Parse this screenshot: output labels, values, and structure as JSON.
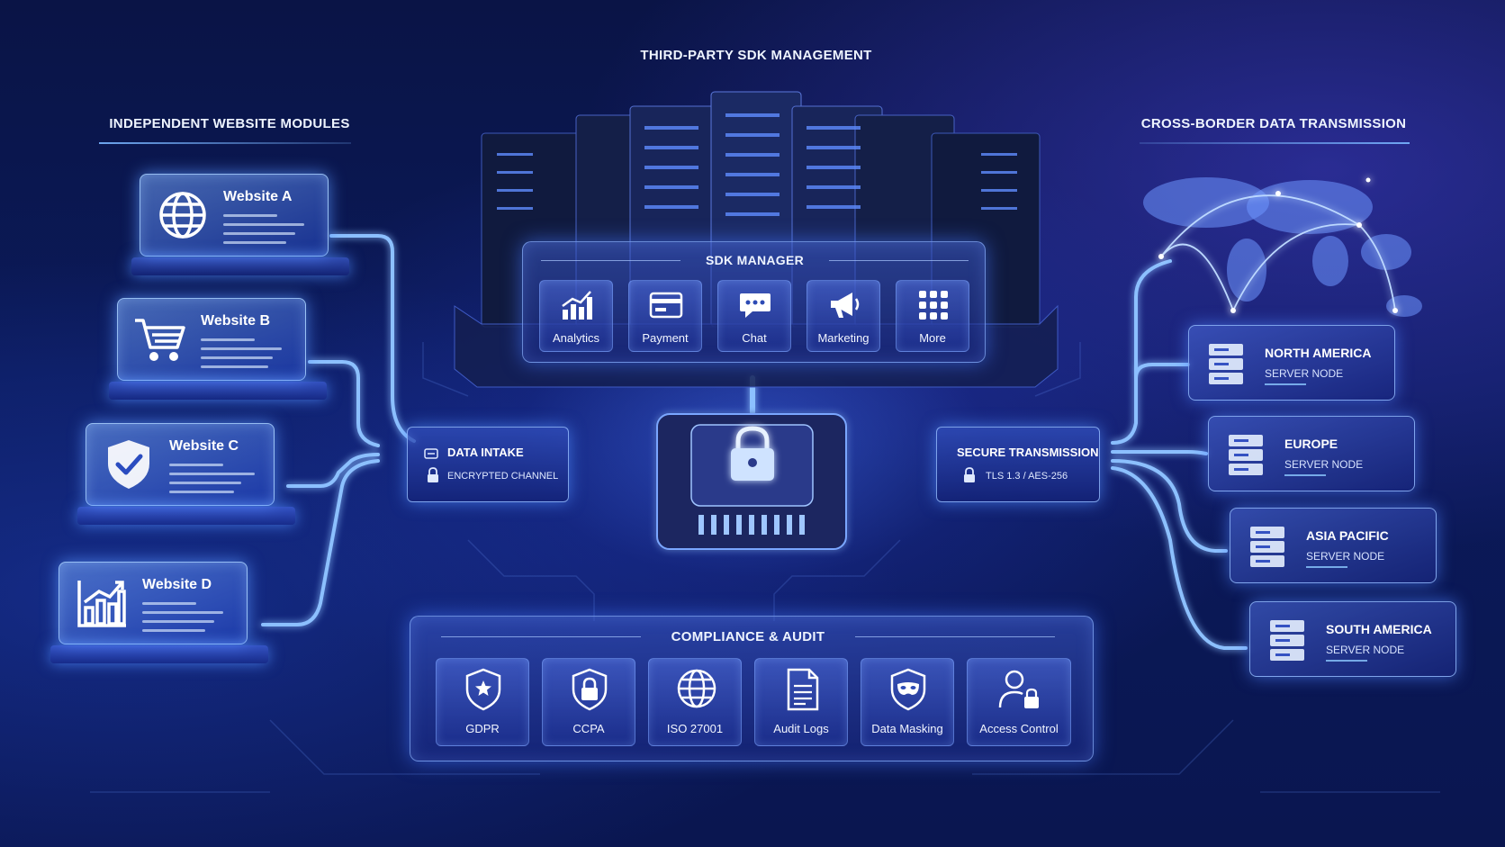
{
  "titles": {
    "sdk_management": "THIRD-PARTY SDK MANAGEMENT",
    "website_modules": "INDEPENDENT WEBSITE MODULES",
    "cross_border": "CROSS-BORDER DATA TRANSMISSION"
  },
  "websites": [
    {
      "name": "Website A",
      "icon": "globe-icon"
    },
    {
      "name": "Website B",
      "icon": "shopping-cart-icon"
    },
    {
      "name": "Website C",
      "icon": "shield-check-icon"
    },
    {
      "name": "Website D",
      "icon": "bar-chart-icon"
    }
  ],
  "sdk_manager": {
    "title": "SDK MANAGER",
    "items": [
      {
        "label": "Analytics",
        "icon": "analytics-icon"
      },
      {
        "label": "Payment",
        "icon": "credit-card-icon"
      },
      {
        "label": "Chat",
        "icon": "chat-icon"
      },
      {
        "label": "Marketing",
        "icon": "megaphone-icon"
      },
      {
        "label": "More",
        "icon": "grid-icon"
      }
    ]
  },
  "data_intake": {
    "title": "DATA INTAKE",
    "subtitle": "ENCRYPTED CHANNEL"
  },
  "secure_transmission": {
    "title": "SECURE TRANSMISSION",
    "subtitle": "TLS 1.3 / AES-256"
  },
  "compliance": {
    "title": "COMPLIANCE & AUDIT",
    "items": [
      {
        "label": "GDPR",
        "icon": "eu-star-shield-icon"
      },
      {
        "label": "CCPA",
        "icon": "lock-shield-icon"
      },
      {
        "label": "ISO 27001",
        "icon": "globe-icon"
      },
      {
        "label": "Audit Logs",
        "icon": "document-icon"
      },
      {
        "label": "Data Masking",
        "icon": "mask-shield-icon"
      },
      {
        "label": "Access Control",
        "icon": "user-lock-icon"
      }
    ]
  },
  "server_nodes": [
    {
      "region": "NORTH AMERICA",
      "type": "SERVER NODE"
    },
    {
      "region": "EUROPE",
      "type": "SERVER NODE"
    },
    {
      "region": "ASIA PACIFIC",
      "type": "SERVER NODE"
    },
    {
      "region": "SOUTH AMERICA",
      "type": "SERVER NODE"
    }
  ],
  "colors": {
    "accent": "#4f8dff",
    "glow": "#7fb6ff",
    "background": "#0a1446"
  }
}
